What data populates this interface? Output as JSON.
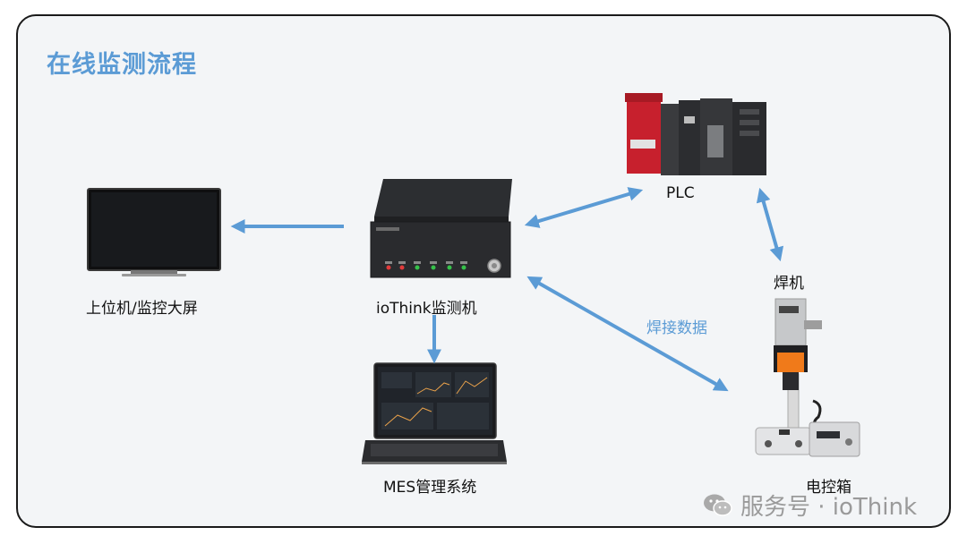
{
  "title": "在线监测流程",
  "nodes": {
    "screen": "上位机/监控大屏",
    "monitor": "ioThink监测机",
    "plc": "PLC",
    "welder": "焊机",
    "control_box": "电控箱",
    "mes": "MES管理系统"
  },
  "edge_label": "焊接数据",
  "watermark": {
    "text": "服务号 · ioThink",
    "icon": "wechat-icon"
  },
  "colors": {
    "title": "#5b9bd5",
    "arrow": "#5b9bd5"
  }
}
